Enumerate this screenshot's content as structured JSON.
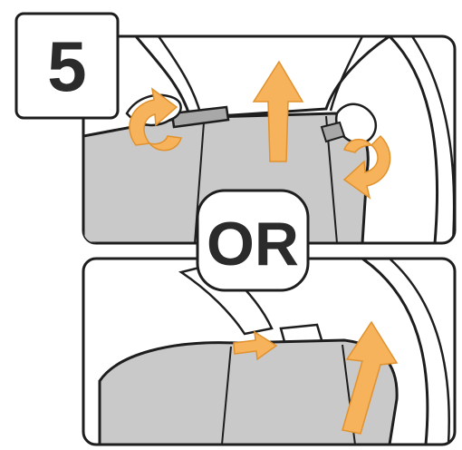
{
  "step": {
    "number": "5"
  },
  "divider": {
    "text": "OR"
  },
  "colors": {
    "arrow_fill": "#f7b25c",
    "arrow_fill_light": "#fbd29a",
    "seat_gray": "#c9c9c9",
    "seat_gray_dark": "#a8a8a8",
    "line": "#1e1e1e",
    "background": "#ffffff"
  },
  "panels": [
    {
      "name": "panel-top",
      "illustration": "lever-release-and-lift"
    },
    {
      "name": "panel-bottom",
      "illustration": "strap-pull-and-lift"
    }
  ],
  "icons": {
    "rotate_left": "rotate-arrow-icon",
    "rotate_right": "rotate-arrow-icon",
    "lift_top": "up-arrow-icon",
    "lift_bottom": "up-arrow-icon",
    "pull": "right-arrow-icon"
  }
}
